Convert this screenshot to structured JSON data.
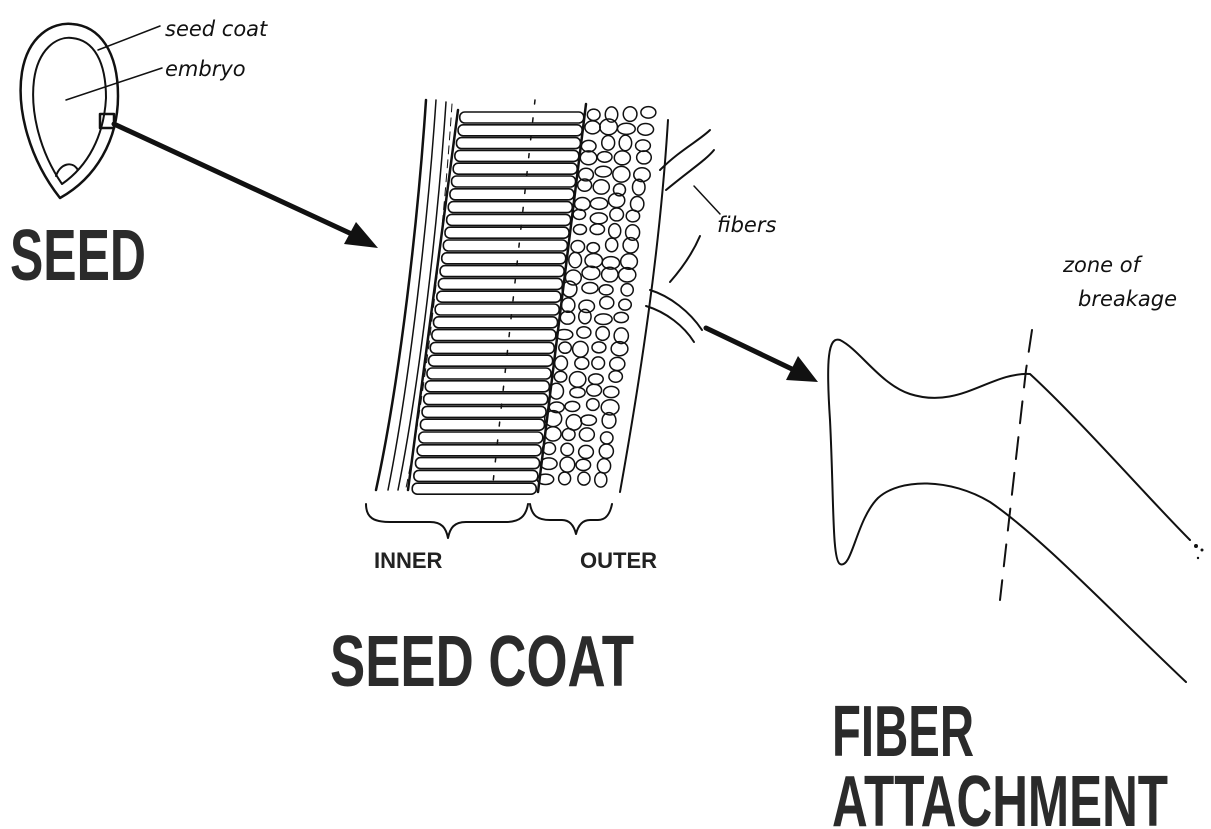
{
  "seed": {
    "title": "SEED",
    "labels": {
      "seed_coat": "seed coat",
      "embryo": "embryo"
    }
  },
  "seed_coat": {
    "title": "SEED COAT",
    "labels": {
      "inner": "INNER",
      "outer": "OUTER",
      "fibers": "fibers"
    }
  },
  "fiber_attachment": {
    "title_line1": "FIBER",
    "title_line2": "ATTACHMENT",
    "labels": {
      "zone_line1": "zone of",
      "zone_line2": "breakage"
    }
  }
}
